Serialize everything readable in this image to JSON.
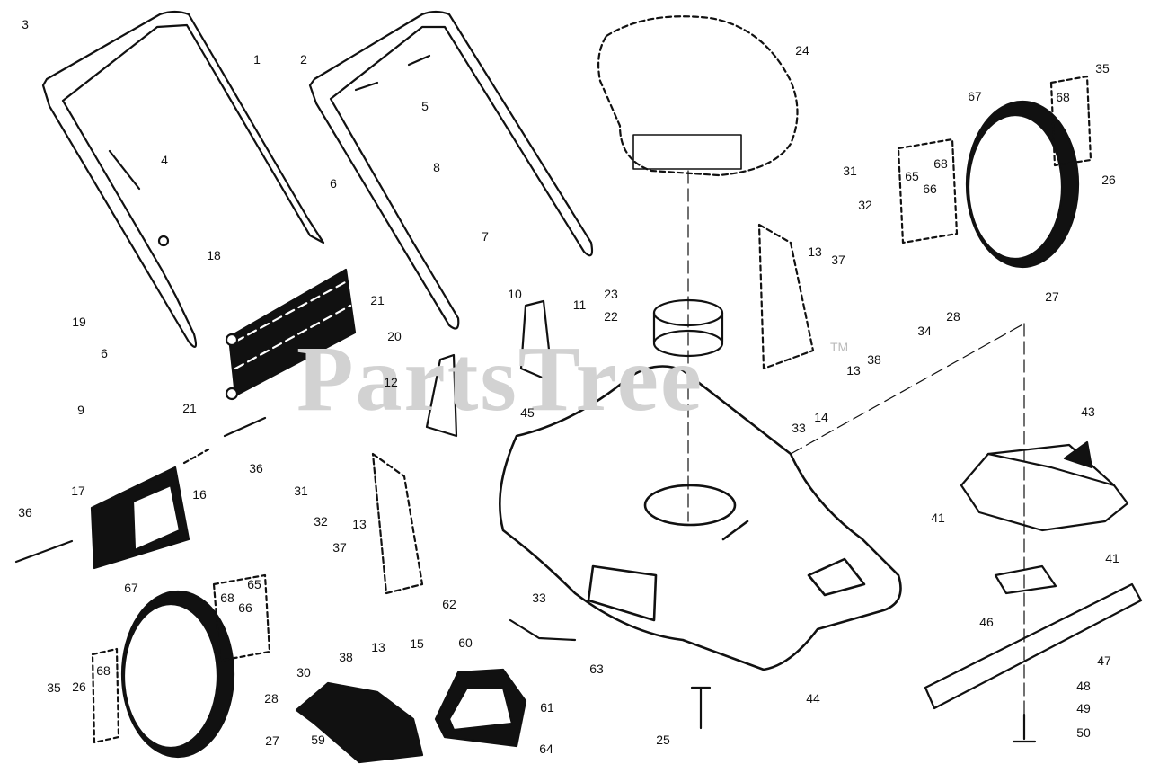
{
  "watermark": {
    "text": "PartsTree",
    "mark": "TM"
  },
  "callouts": [
    "3",
    "1",
    "2",
    "24",
    "35",
    "5",
    "67",
    "68",
    "4",
    "8",
    "31",
    "68",
    "65",
    "6",
    "66",
    "26",
    "32",
    "7",
    "13",
    "18",
    "37",
    "21",
    "10",
    "11",
    "23",
    "22",
    "28",
    "27",
    "34",
    "19",
    "20",
    "6",
    "13",
    "38",
    "12",
    "21",
    "9",
    "14",
    "33",
    "45",
    "43",
    "36",
    "17",
    "16",
    "31",
    "36",
    "32",
    "13",
    "41",
    "37",
    "41",
    "65",
    "67",
    "62",
    "68",
    "66",
    "46",
    "60",
    "38",
    "13",
    "15",
    "63",
    "33",
    "30",
    "47",
    "68",
    "35",
    "26",
    "28",
    "44",
    "48",
    "61",
    "49",
    "27",
    "59",
    "25",
    "64",
    "50"
  ]
}
